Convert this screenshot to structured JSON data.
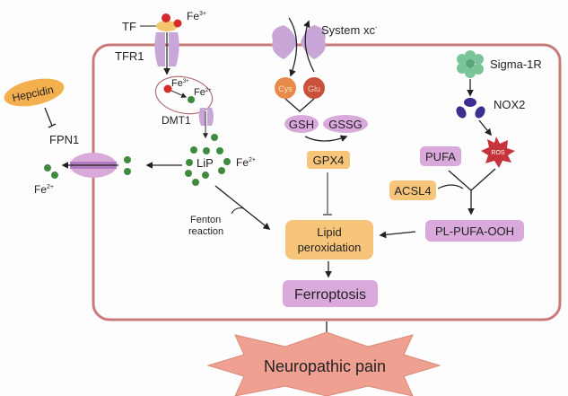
{
  "title": "Ferroptosis pathway in neuropathic pain",
  "colors": {
    "membrane": "#c97b7b",
    "purple_protein": "#c9a6d8",
    "orange_box": "#f7c57a",
    "purple_box": "#d9a9dc",
    "fe3": "#d42b2b",
    "fe2": "#3f8a3f",
    "ros": "#c6333b",
    "pain": "#f0a090",
    "nox2": "#3b2f8f",
    "sigma": "#7bc49a"
  },
  "labels": {
    "tf": "TF",
    "fe3_top": "Fe",
    "fe3_sup": "3+",
    "tfr1": "TFR1",
    "endo_fe3": "Fe",
    "endo_fe3_sup": "3+",
    "endo_fe2": "Fe",
    "endo_fe2_sup": "2+",
    "dmt1": "DMT1",
    "lip": "LiP",
    "lip_fe": "Fe",
    "lip_fe_sup": "2+",
    "hepcidin": "Hepcidin",
    "fpn1": "FPN1",
    "out_fe": "Fe",
    "out_fe_sup": "2+",
    "fenton1": "Fenton",
    "fenton2": "reaction",
    "system_xc": "System xc",
    "system_xc_sup": "-",
    "cys": "Cys",
    "glu": "Glu",
    "gsh": "GSH",
    "gssg": "GSSG",
    "gpx4": "GPX4",
    "lipid1": "Lipid",
    "lipid2": "peroxidation",
    "ferroptosis": "Ferroptosis",
    "sigma1r": "Sigma-1R",
    "nox2": "NOX2",
    "ros": "ROS",
    "pufa": "PUFA",
    "acsl4": "ACSL4",
    "plpufa": "PL-PUFA-OOH",
    "neuropathic": "Neuropathic pain"
  }
}
